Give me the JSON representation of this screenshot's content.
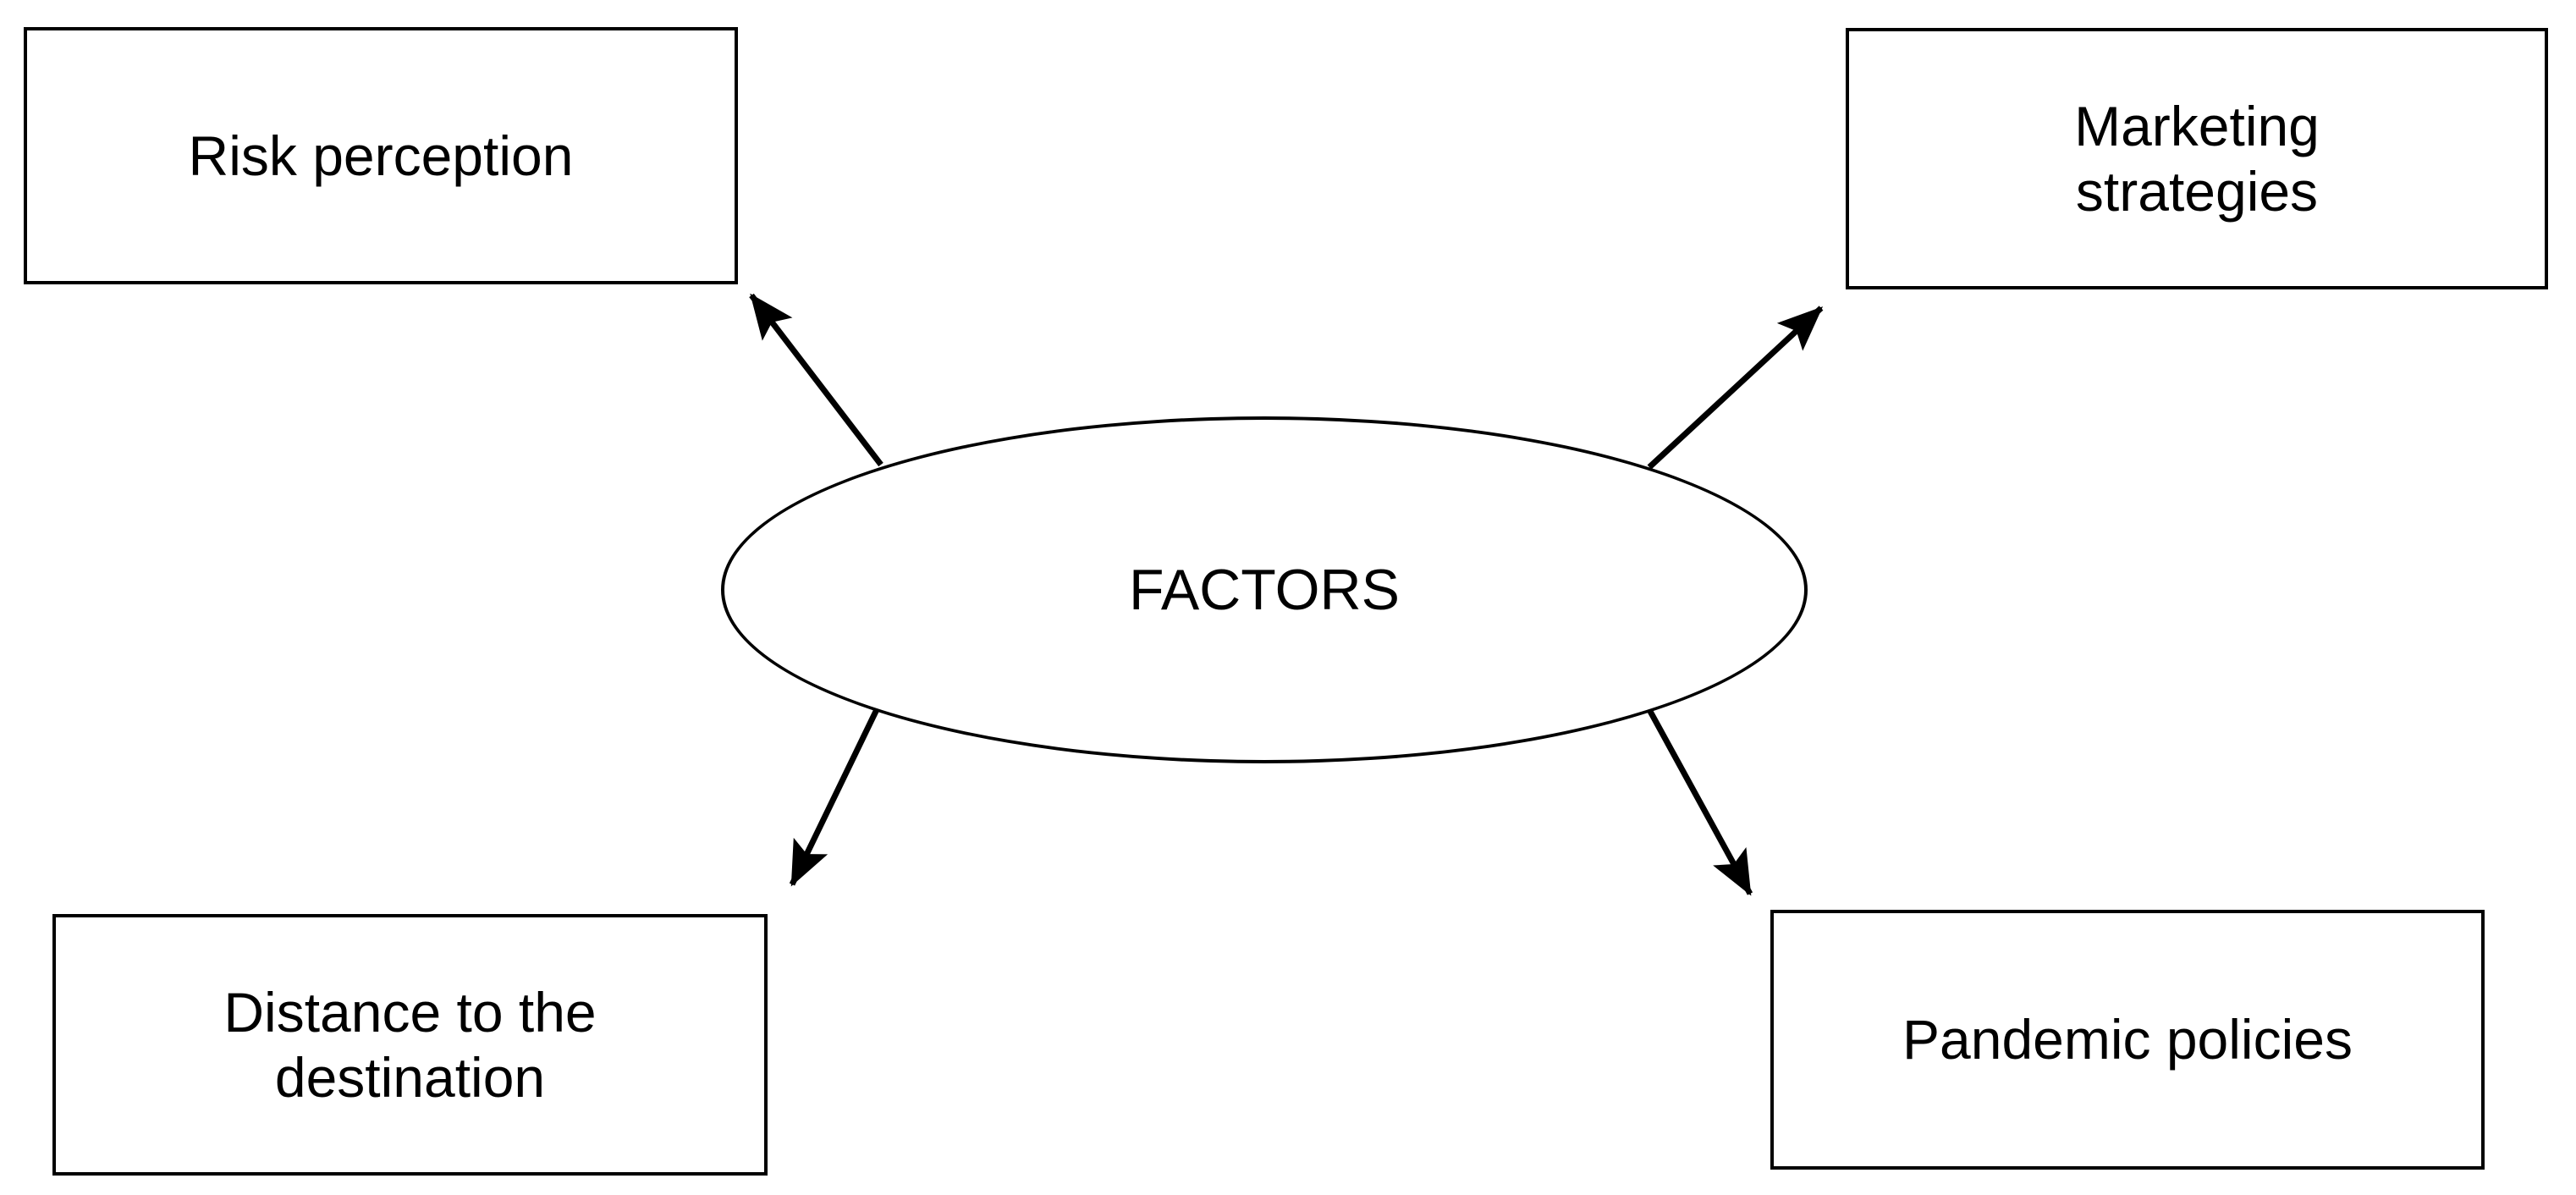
{
  "diagram": {
    "title": "FACTORS",
    "center_node": {
      "id": "factors",
      "label": "FACTORS",
      "shape": "ellipse"
    },
    "nodes": [
      {
        "id": "risk-perception",
        "label": "Risk perception",
        "shape": "rectangle",
        "position": "top-left"
      },
      {
        "id": "marketing-strategies",
        "label": "Marketing\nstrategies",
        "shape": "rectangle",
        "position": "top-right"
      },
      {
        "id": "distance-destination",
        "label": "Distance to the\ndestination",
        "shape": "rectangle",
        "position": "bottom-left"
      },
      {
        "id": "pandemic-policies",
        "label": "Pandemic policies",
        "shape": "rectangle",
        "position": "bottom-right"
      }
    ],
    "edges": [
      {
        "id": "edge-factors-risk-perception",
        "from": "factors",
        "to": "risk-perception",
        "style": "solid",
        "arrowhead": "filled-triangle",
        "direction": "one-way"
      },
      {
        "id": "edge-factors-marketing-strategies",
        "from": "factors",
        "to": "marketing-strategies",
        "style": "solid",
        "arrowhead": "filled-triangle",
        "direction": "one-way"
      },
      {
        "id": "edge-factors-distance-destination",
        "from": "factors",
        "to": "distance-destination",
        "style": "solid",
        "arrowhead": "filled-triangle",
        "direction": "one-way"
      },
      {
        "id": "edge-factors-pandemic-policies",
        "from": "factors",
        "to": "pandemic-policies",
        "style": "solid",
        "arrowhead": "filled-triangle",
        "direction": "one-way"
      }
    ],
    "colors": {
      "background": "#ffffff",
      "stroke": "#000000",
      "text": "#000000",
      "fill": "#ffffff"
    }
  }
}
